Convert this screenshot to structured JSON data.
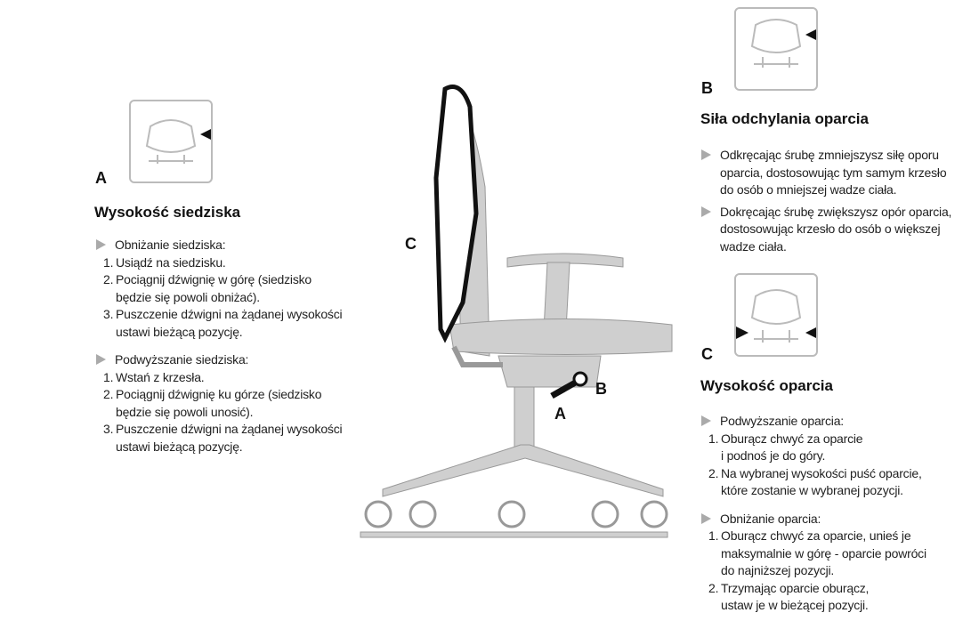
{
  "sections": {
    "a": {
      "letter": "A",
      "title": "Wysokość siedziska",
      "groups": [
        {
          "bullet": "Obniżanie siedziska:",
          "steps": [
            {
              "n": "1.",
              "text": "Usiądź na siedzisku."
            },
            {
              "n": "2.",
              "text": "Pociągnij dźwignię w  górę (siedzisko\nbędzie się powoli obniżać)."
            },
            {
              "n": "3.",
              "text": "Puszczenie dźwigni na żądanej wysokości\nustawi bieżącą pozycję."
            }
          ]
        },
        {
          "bullet": "Podwyższanie siedziska:",
          "steps": [
            {
              "n": "1.",
              "text": "Wstań z krzesła."
            },
            {
              "n": "2.",
              "text": "Pociągnij dźwignię ku górze (siedzisko\nbędzie się powoli unosić)."
            },
            {
              "n": "3.",
              "text": "Puszczenie dźwigni na żądanej wysokości\nustawi bieżącą pozycję."
            }
          ]
        }
      ]
    },
    "b": {
      "letter": "B",
      "title": "Siła odchylania oparcia",
      "bullets": [
        "Odkręcając śrubę zmniejszysz siłę oporu\noparcia, dostosowując tym samym krzesło\ndo osób o mniejszej wadze ciała.",
        "Dokręcając śrubę zwiększysz opór oparcia,\ndostosowując krzesło do osób o większej\nwadze ciała."
      ]
    },
    "c": {
      "letter": "C",
      "title": "Wysokość oparcia",
      "groups": [
        {
          "bullet": "Podwyższanie oparcia:",
          "steps": [
            {
              "n": "1.",
              "text": "Oburącz chwyć za oparcie\ni podnoś je do góry."
            },
            {
              "n": "2.",
              "text": "Na wybranej wysokości puść oparcie,\nktóre zostanie w wybranej pozycji."
            }
          ]
        },
        {
          "bullet": "Obniżanie oparcia:",
          "steps": [
            {
              "n": "1.",
              "text": "Oburącz chwyć za oparcie, unieś je\nmaksymalnie w górę - oparcie powróci\ndo najniższej pozycji."
            },
            {
              "n": "2.",
              "text": "Trzymając oparcie oburącz,\nustaw je w bieżącej pozycji."
            }
          ]
        }
      ]
    }
  },
  "diagram_labels": {
    "c": "C",
    "b": "B",
    "a": "A"
  },
  "colors": {
    "chair_gray": "#cfcfcf",
    "outline": "#111111",
    "bullet": "#aaaaaa"
  }
}
